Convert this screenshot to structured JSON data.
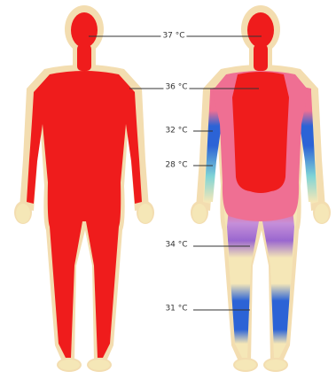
{
  "figure": {
    "colors": {
      "outline": "#f3ddb0",
      "skin": "#f5e7b7",
      "core_red": "#ef1c1c",
      "warm_pink": "#ef6f93",
      "cool_blue": "#2c63d6",
      "cool_teal": "#7fd4d6",
      "cool_purple": "#9a67cf"
    },
    "labels": [
      {
        "id": "head",
        "text": "37 °C"
      },
      {
        "id": "torso",
        "text": "36 °C"
      },
      {
        "id": "upper-arm",
        "text": "32 °C"
      },
      {
        "id": "forearm",
        "text": "28 °C"
      },
      {
        "id": "thigh",
        "text": "34 °C"
      },
      {
        "id": "lower-leg",
        "text": "31 °C"
      }
    ]
  }
}
